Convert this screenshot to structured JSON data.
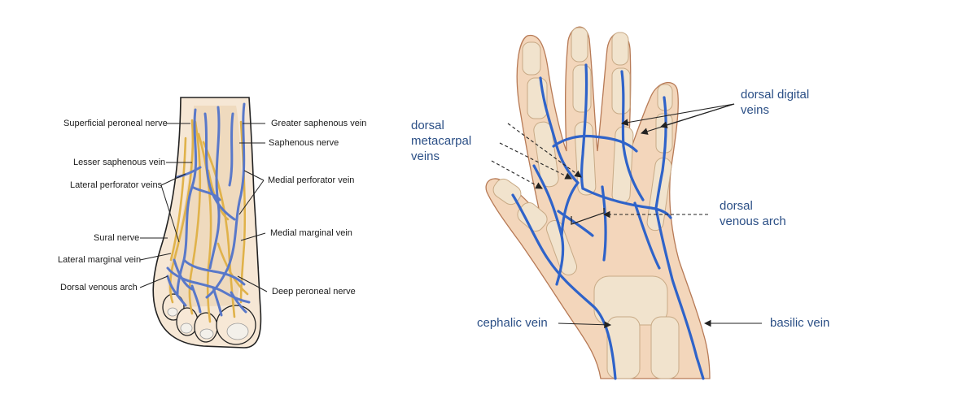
{
  "foot": {
    "labels": {
      "superficial_peroneal_nerve": "Superficial peroneal nerve",
      "lesser_saphenous_vein": "Lesser saphenous vein",
      "lateral_perforator_veins": "Lateral perforator veins",
      "sural_nerve": "Sural nerve",
      "lateral_marginal_vein": "Lateral marginal vein",
      "dorsal_venous_arch": "Dorsal venous arch",
      "greater_saphenous_vein": "Greater saphenous vein",
      "saphenous_nerve": "Saphenous nerve",
      "medial_perforator_vein": "Medial perforator vein",
      "medial_marginal_vein": "Medial marginal vein",
      "deep_peroneal_nerve": "Deep peroneal nerve"
    }
  },
  "hand": {
    "labels": {
      "dorsal_metacarpal_veins_1": "dorsal",
      "dorsal_metacarpal_veins_2": "metacarpal",
      "dorsal_metacarpal_veins_3": "veins",
      "dorsal_digital_veins_1": "dorsal digital",
      "dorsal_digital_veins_2": "veins",
      "dorsal_venous_arch_1": "dorsal",
      "dorsal_venous_arch_2": "venous arch",
      "cephalic_vein": "cephalic vein",
      "basilic_vein": "basilic vein"
    }
  },
  "colors": {
    "vein": "#4a72c8",
    "hand_vein": "#2f63c9",
    "nerve": "#e0b24a",
    "skin": "#f4dcc2",
    "bone": "#eedcc2",
    "label_blue": "#2b4f86"
  }
}
